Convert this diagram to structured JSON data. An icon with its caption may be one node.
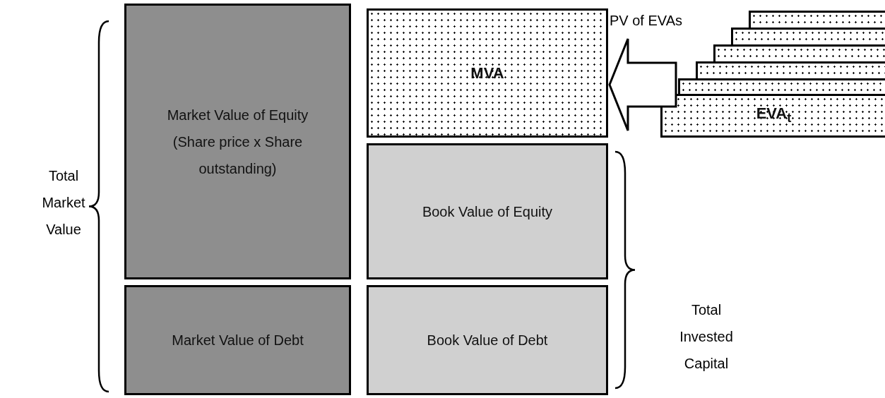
{
  "diagram": {
    "nodes": [
      {
        "text": [
          "Market Value of Equity",
          "(Share price x Share outstanding)"
        ]
      },
      {
        "text": [
          "MVA"
        ]
      },
      {
        "text": [
          "Book Value of Equity"
        ]
      },
      {
        "text": [
          "Market Value of Debt"
        ]
      },
      {
        "text": [
          "Book Value of Debt"
        ]
      },
      {
        "text": [],
        "shape": "bar"
      },
      {
        "text": [],
        "shape": "bar"
      },
      {
        "text": [],
        "shape": "bar"
      },
      {
        "text": [],
        "shape": "bar"
      },
      {
        "text": [],
        "shape": "bar"
      },
      {
        "text": [
          "EVA$_{t}$"
        ]
      }
    ],
    "edges": [
      {
        "from": 10,
        "to": 1,
        "arrow": "to",
        "label": "PV of EVAs",
        "style": "thick"
      }
    ],
    "labels": [
      "Total Market Value",
      "Total Invested Capital"
    ]
  }
}
